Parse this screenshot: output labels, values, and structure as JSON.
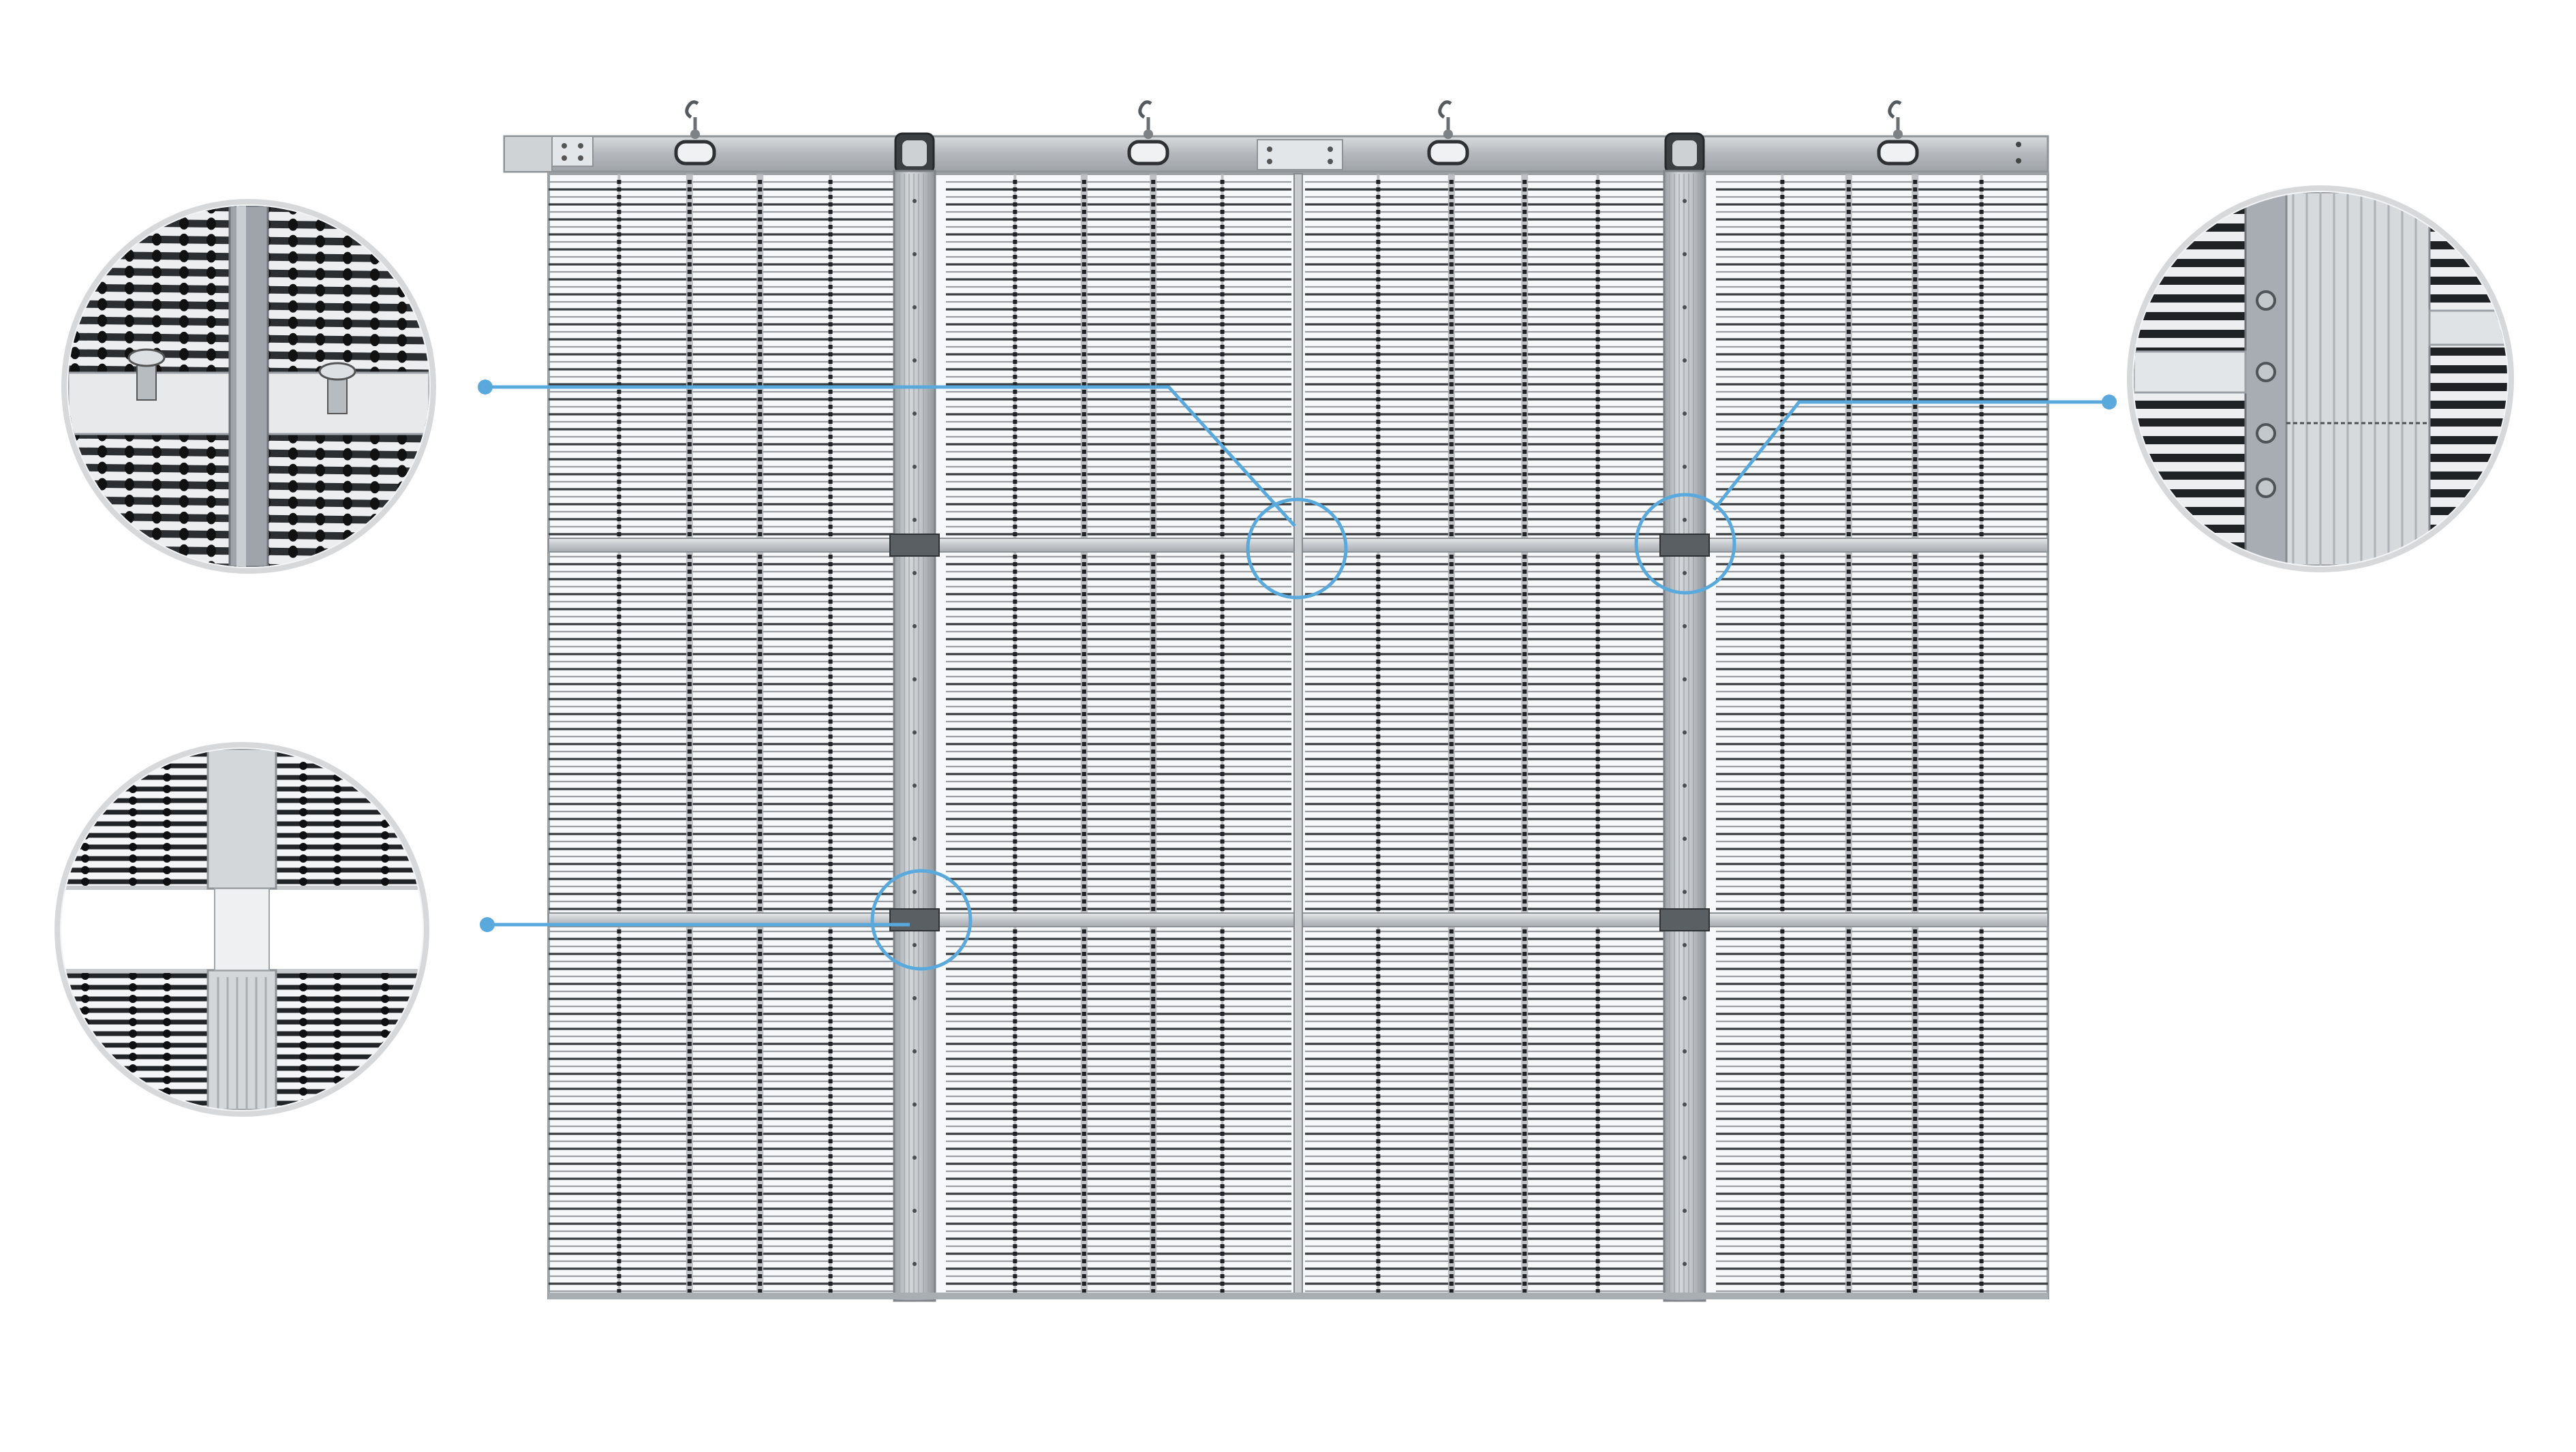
{
  "product": {
    "name": "",
    "modules_columns": 4,
    "modules_rows": 3,
    "hanging_hooks": 4
  },
  "colors": {
    "background": "#ffffff",
    "callout": "#5aa9dc",
    "frame": "#b9bdc2",
    "frame_dark": "#8d9297",
    "led_strip": "#3a3d40",
    "led_strip_light": "#9a9ea2",
    "zoom_ring": "#d6d8da"
  },
  "callouts": [
    {
      "id": "top-left",
      "target": "center-joint",
      "icon": "bolt-connection-detail"
    },
    {
      "id": "top-right",
      "target": "right-joint",
      "icon": "side-lock-detail"
    },
    {
      "id": "bottom-left",
      "target": "lower-joint",
      "icon": "vertical-splice-detail"
    }
  ]
}
